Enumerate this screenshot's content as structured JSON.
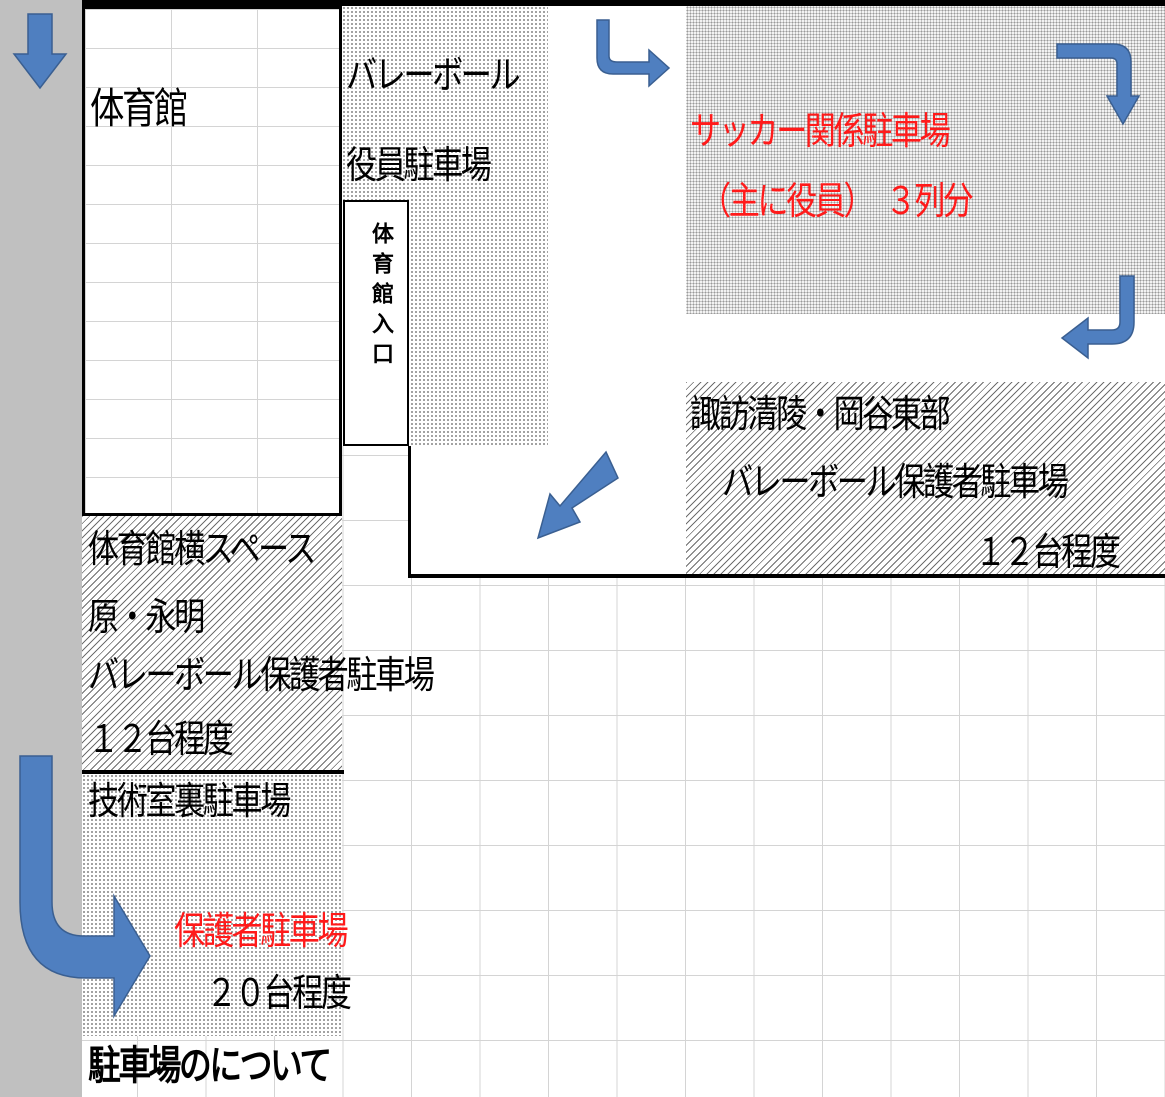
{
  "labels": {
    "gym": "体育館",
    "volleyball_line1": "バレーボール",
    "volleyball_line2": "役員駐車場",
    "gym_entrance": "体育館入口",
    "soccer_line1": "サッカー関係駐車場",
    "soccer_line2": "（主に役員）　３列分",
    "suwa_line1": "諏訪清陵・岡谷東部",
    "suwa_line2": "バレーボール保護者駐車場",
    "suwa_line3": "１２台程度",
    "side_line1": "体育館横スペース",
    "side_line2": "原・永明",
    "side_line3": "バレーボール保護者駐車場",
    "side_line4": "１２台程度",
    "tech_label": "技術室裏駐車場",
    "parent_label": "保護者駐車場",
    "parent_count": "２０台程度",
    "footer": "駐車場のについて"
  },
  "colors": {
    "red_text": "#ff1a1a",
    "arrow_fill": "#4f7fc0",
    "arrow_stroke": "#3a5f91",
    "left_strip": "#c0c0c0"
  },
  "icons": [
    "arrow-down-icon",
    "bent-arrow-right-icon",
    "bent-arrow-down-icon",
    "bent-arrow-left-icon",
    "diagonal-arrow-icon",
    "curved-arrow-right-icon"
  ]
}
